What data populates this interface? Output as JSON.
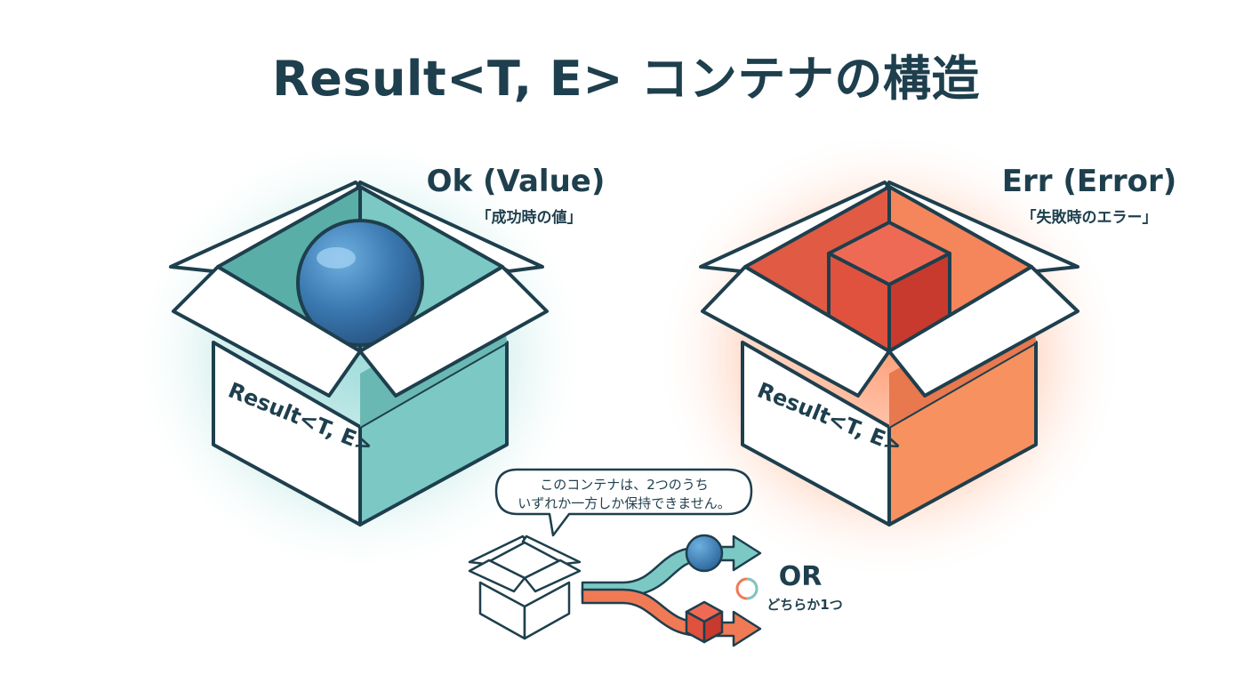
{
  "title": "Result<T, E> コンテナの構造",
  "ok": {
    "label": "Ok (Value)",
    "sub": "「成功時の値」",
    "box_label": "Result<T, E>"
  },
  "err": {
    "label": "Err (Error)",
    "sub": "「失敗時のエラー」",
    "box_label": "Result<T, E>"
  },
  "bubble": {
    "line1": "このコンテナは、2つのうち",
    "line2": "いずれか一方しか保持できません。"
  },
  "or": {
    "label": "OR",
    "sub": "どちらか1つ"
  },
  "colors": {
    "teal": "#7cc8c4",
    "teal_dark": "#4a9aa0",
    "orange": "#f59060",
    "red": "#d9443a",
    "blue": "#3a78b0",
    "ink": "#1e3f4d"
  }
}
